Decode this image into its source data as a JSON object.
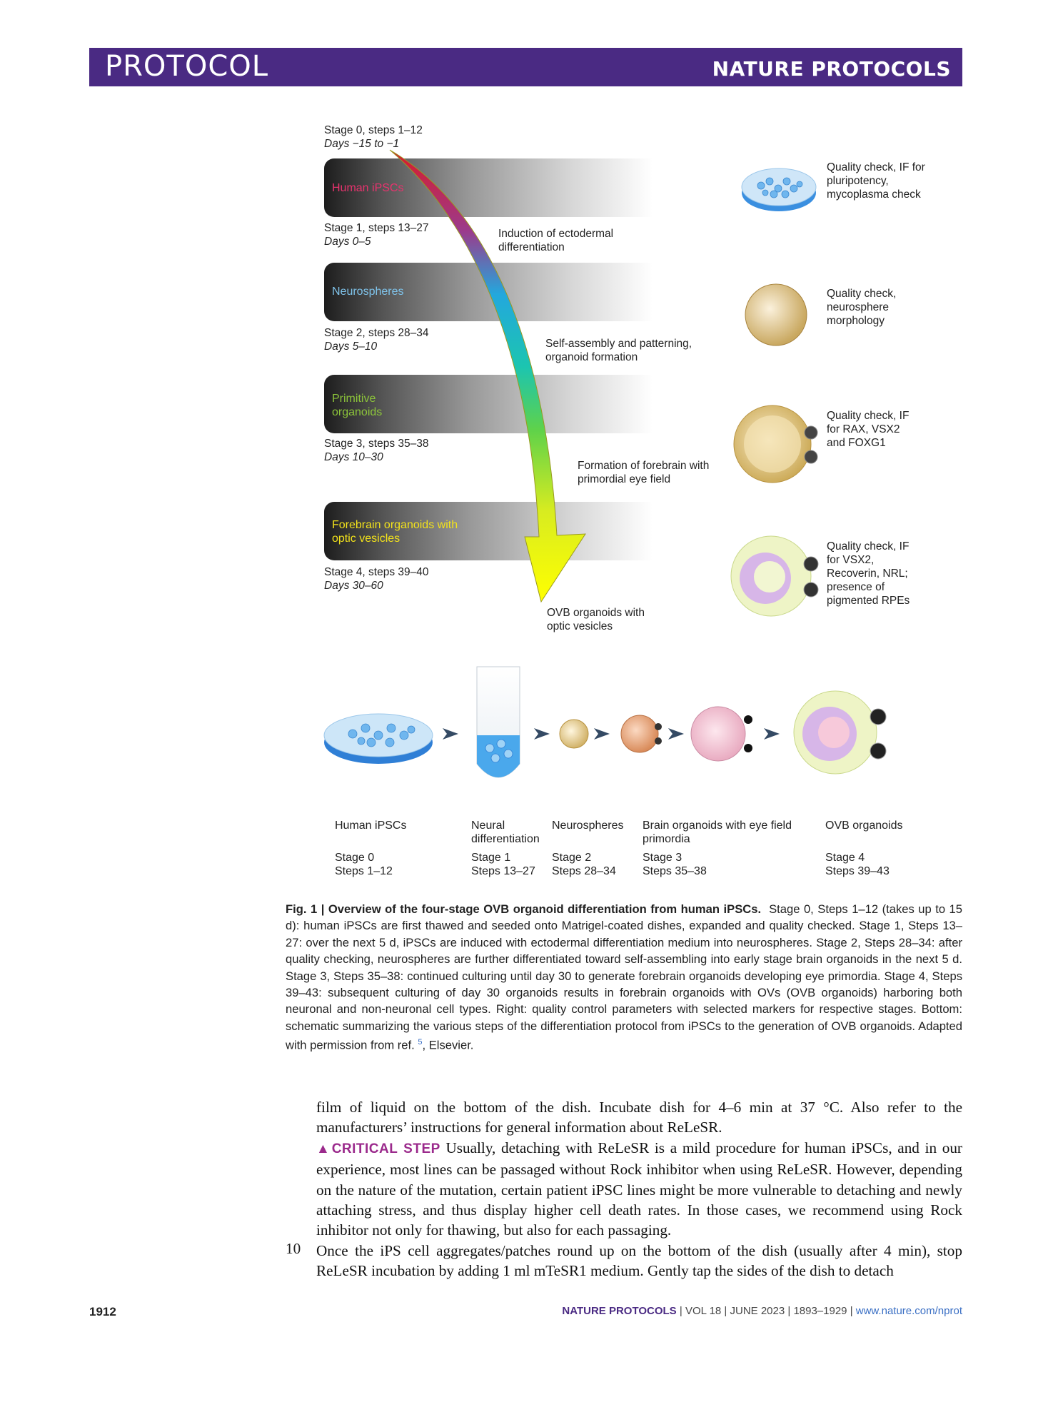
{
  "header": {
    "left": "PROTOCOL",
    "right": "NATURE PROTOCOLS"
  },
  "stages": [
    {
      "title": "Stage 0, steps 1–12",
      "days": "Days −15 to −1"
    },
    {
      "title": "Stage 1, steps 13–27",
      "days": "Days 0–5"
    },
    {
      "title": "Stage 2, steps 28–34",
      "days": "Days 5–10"
    },
    {
      "title": "Stage 3, steps 35–38",
      "days": "Days 10–30"
    },
    {
      "title": "Stage 4, steps 39–40",
      "days": "Days 30–60"
    }
  ],
  "bands": [
    {
      "label": "Human iPSCs",
      "color": "#e8336e"
    },
    {
      "label": "Neurospheres",
      "color": "#7fc3ea"
    },
    {
      "label": "Primitive organoids",
      "color": "#8cc43a"
    },
    {
      "label": "Forebrain organoids with optic vesicles",
      "color": "#f2e21b"
    }
  ],
  "arrow_notes": [
    "Induction of ectodermal differentiation",
    "Self-assembly and patterning, organoid formation",
    "Formation of forebrain with primordial eye field",
    "OVB organoids with optic vesicles"
  ],
  "quality_checks": [
    "Quality check, IF for pluripotency, mycoplasma check",
    "Quality check, neurosphere morphology",
    "Quality check, IF for RAX, VSX2 and FOXG1",
    "Quality check, IF for VSX2, Recoverin, NRL; presence of pigmented RPEs"
  ],
  "bottom": [
    {
      "name": "Human iPSCs",
      "stage": "Stage 0",
      "steps": "Steps 1–12"
    },
    {
      "name": "Neural differentiation",
      "stage": "Stage 1",
      "steps": "Steps 13–27"
    },
    {
      "name": "Neurospheres",
      "stage": "Stage 2",
      "steps": "Steps 28–34"
    },
    {
      "name": "Brain organoids with eye field primordia",
      "stage": "Stage 3",
      "steps": "Steps 35–38"
    },
    {
      "name": "OVB organoids",
      "stage": "Stage 4",
      "steps": "Steps 39–43"
    }
  ],
  "caption": {
    "label": "Fig. 1 | Overview of the four-stage OVB organoid differentiation from human iPSCs.",
    "text": "Stage 0, Steps 1–12 (takes up to 15 d): human iPSCs are first thawed and seeded onto Matrigel-coated dishes, expanded and quality checked. Stage 1, Steps 13–27: over the next 5 d, iPSCs are induced with ectodermal differentiation medium into neurospheres. Stage 2, Steps 28–34: after quality checking, neurospheres are further differentiated toward self-assembling into early stage brain organoids in the next 5 d. Stage 3, Steps 35–38: continued culturing until day 30 to generate forebrain organoids developing eye primordia. Stage 4, Steps 39–43: subsequent culturing of day 30 organoids results in forebrain organoids with OVs (OVB organoids) harboring both neuronal and non-neuronal cell types. Right: quality control parameters with selected markers for respective stages. Bottom: schematic summarizing the various steps of the differentiation protocol from iPSCs to the generation of OVB organoids. Adapted with permission from ref.",
    "ref": "5",
    "tail": ", Elsevier."
  },
  "body": {
    "para1": "film of liquid on the bottom of the dish. Incubate dish for 4–6 min at 37 °C. Also refer to the manufacturers’ instructions for general information about ReLeSR.",
    "critical_label": "▲CRITICAL STEP",
    "critical_text": "Usually, detaching with ReLeSR is a mild procedure for human iPSCs, and in our experience, most lines can be passaged without Rock inhibitor when using ReLeSR. However, depending on the nature of the mutation, certain patient iPSC lines might be more vulnerable to detaching and newly attaching stress, and thus display higher cell death rates. In those cases, we recommend using Rock inhibitor not only for thawing, but also for each passaging.",
    "step_number": "10",
    "step_text": "Once the iPS cell aggregates/patches round up on the bottom of the dish (usually after 4 min), stop ReLeSR incubation by adding 1 ml mTeSR1 medium. Gently tap the sides of the dish to detach"
  },
  "footer": {
    "page": "1912",
    "journal": "NATURE PROTOCOLS",
    "volume": "VOL 18",
    "date": "JUNE 2023",
    "pages": "1893–1929",
    "url": "www.nature.com/nprot"
  }
}
